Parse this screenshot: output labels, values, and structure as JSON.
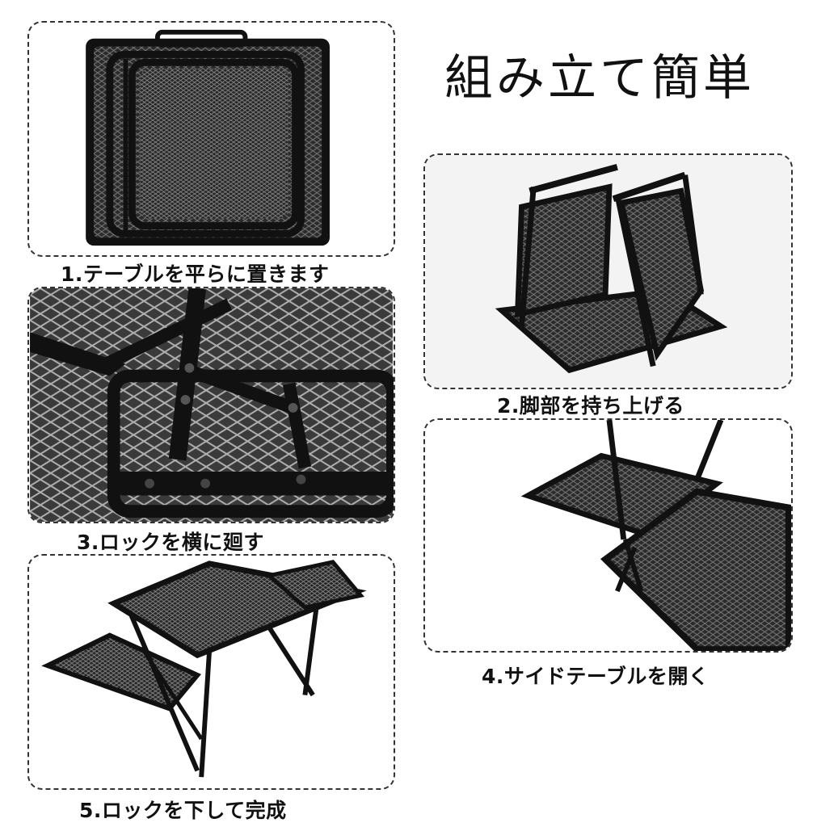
{
  "title": "組み立て簡単",
  "steps": [
    {
      "caption": "1.テーブルを平らに置きます"
    },
    {
      "caption": "2.脚部を持ち上げる"
    },
    {
      "caption": "3.ロックを横に廻す"
    },
    {
      "caption": "4.サイドテーブルを開く"
    },
    {
      "caption": "5.ロックを下して完成"
    }
  ],
  "colors": {
    "frame": "#111111",
    "mesh": "#555555",
    "border": "#333333"
  }
}
